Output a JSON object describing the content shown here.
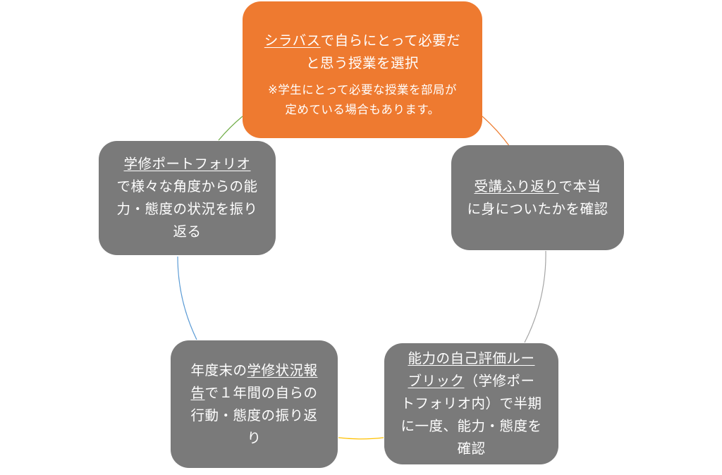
{
  "colors": {
    "orange": "#ee7a30",
    "gray": "#7a7a7a",
    "connector_orange": "#ed7d31",
    "connector_gray": "#a5a5a5",
    "connector_yellow": "#ffc000",
    "connector_blue": "#5b9bd5",
    "connector_green": "#70ad47"
  },
  "nodes": {
    "syllabus": {
      "term": "シラバス",
      "text1": "で自らにとって必要だ",
      "text2": "と思う授業を選択",
      "note_line1": "※学生にとって必要な授業を部局が",
      "note_line2": "定めている場合もあります。"
    },
    "reflection": {
      "term": "受講ふり返り",
      "text1": "で本当",
      "text2": "に身についたかを確認"
    },
    "rubric": {
      "term1": "能力の自己評価ルー",
      "term2": "ブリック",
      "text1": "（学修ポー",
      "text2": "トフォリオ内）で半期",
      "text3": "に一度、能力・態度を",
      "text4": "確認"
    },
    "report": {
      "text_pre": "年度末の",
      "term1": "学修状況報",
      "term2": "告",
      "text1": "で１年間の自らの",
      "text2": "行動・態度の振り返",
      "text3": "り"
    },
    "portfolio": {
      "term": "学修ポートフォリオ",
      "text1": "で様々な角度からの能",
      "text2": "力・態度の状況を振り",
      "text3": "返る"
    }
  }
}
